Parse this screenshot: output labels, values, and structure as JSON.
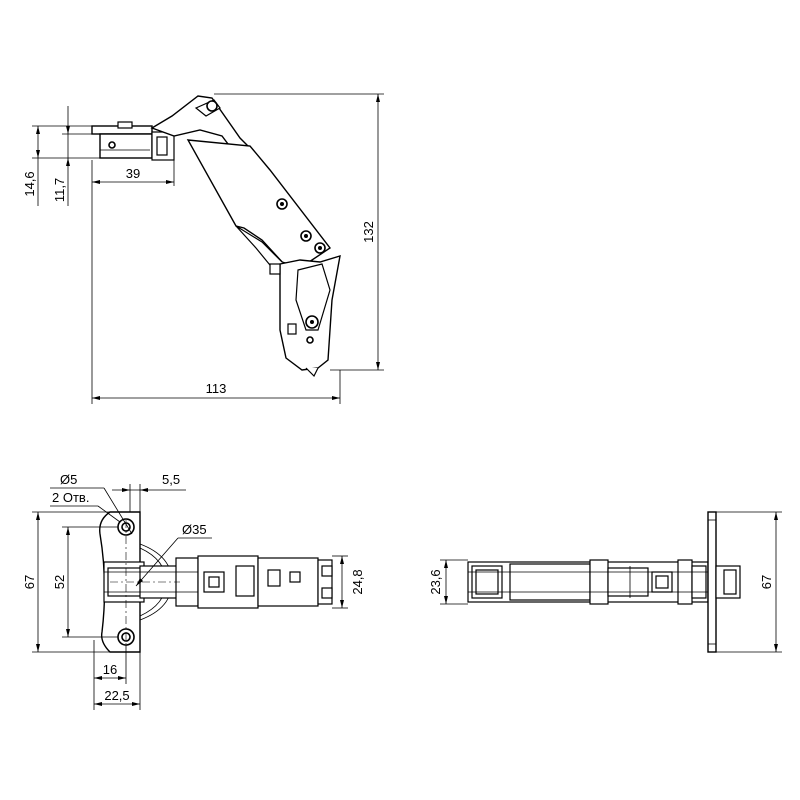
{
  "side_view": {
    "dim_width": "113",
    "dim_height": "132",
    "dim_plate_offset": "39",
    "dim_left_outer": "14,6",
    "dim_left_inner": "11,7"
  },
  "front_view": {
    "hole_diameter": "Ø5",
    "hole_count": "2 Отв.",
    "edge_offset": "5,5",
    "cup_diameter": "Ø35",
    "plate_height": "67",
    "hole_spacing": "52",
    "arm_height": "24,8",
    "cup_offset": "16",
    "plate_offset": "22,5"
  },
  "top_view": {
    "arm_height": "23,6",
    "plate_height": "67"
  }
}
